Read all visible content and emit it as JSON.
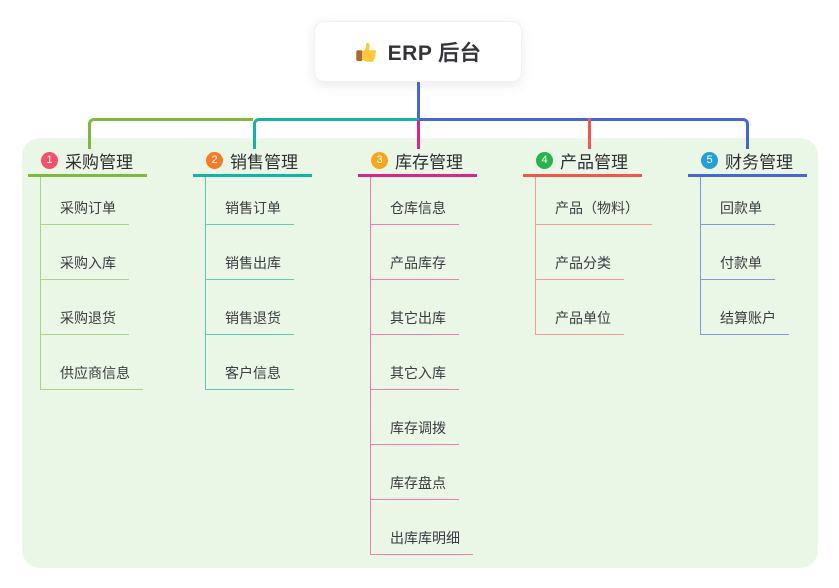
{
  "root": {
    "title": "ERP 后台",
    "icon": "thumbs-up-icon"
  },
  "panel_color": "#eaf6e6",
  "root_connector_color": "#4766d2",
  "branches": [
    {
      "num": "1",
      "title": "采购管理",
      "badge_color": "#f4516c",
      "line_color": "#7cb93e",
      "child_line_color": "#a8d487",
      "children": [
        "采购订单",
        "采购入库",
        "采购退货",
        "供应商信息"
      ]
    },
    {
      "num": "2",
      "title": "销售管理",
      "badge_color": "#f57b2a",
      "line_color": "#16b3a4",
      "child_line_color": "#5ec9bb",
      "children": [
        "销售订单",
        "销售出库",
        "销售退货",
        "客户信息"
      ]
    },
    {
      "num": "3",
      "title": "库存管理",
      "badge_color": "#f6a51f",
      "line_color": "#d9268d",
      "child_line_color": "#ee7db4",
      "children": [
        "仓库信息",
        "产品库存",
        "其它出库",
        "其它入库",
        "库存调拨",
        "库存盘点",
        "出库库明细"
      ]
    },
    {
      "num": "4",
      "title": "产品管理",
      "badge_color": "#29b34a",
      "line_color": "#f2564e",
      "child_line_color": "#f89b92",
      "children": [
        "产品（物料）",
        "产品分类",
        "产品单位"
      ]
    },
    {
      "num": "5",
      "title": "财务管理",
      "badge_color": "#269fd8",
      "line_color": "#4766d2",
      "child_line_color": "#8598dd",
      "children": [
        "回款单",
        "付款单",
        "结算账户"
      ]
    }
  ]
}
